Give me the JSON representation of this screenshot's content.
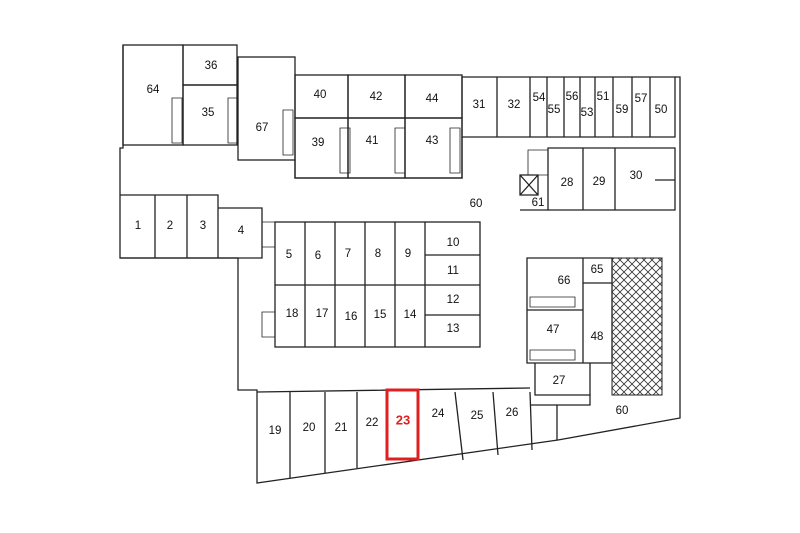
{
  "plan": {
    "units": [
      "64",
      "36",
      "35",
      "67",
      "40",
      "42",
      "44",
      "39",
      "41",
      "43",
      "31",
      "32",
      "54",
      "55",
      "56",
      "53",
      "51",
      "59",
      "57",
      "50",
      "28",
      "29",
      "30",
      "61",
      "60",
      "1",
      "2",
      "3",
      "4",
      "5",
      "6",
      "7",
      "8",
      "9",
      "10",
      "11",
      "12",
      "13",
      "18",
      "17",
      "16",
      "15",
      "14",
      "66",
      "65",
      "47",
      "48",
      "27",
      "19",
      "20",
      "21",
      "22",
      "24",
      "25",
      "26"
    ],
    "common_area_label": "60",
    "highlighted_unit": "23",
    "highlight_color": "#e02020"
  }
}
